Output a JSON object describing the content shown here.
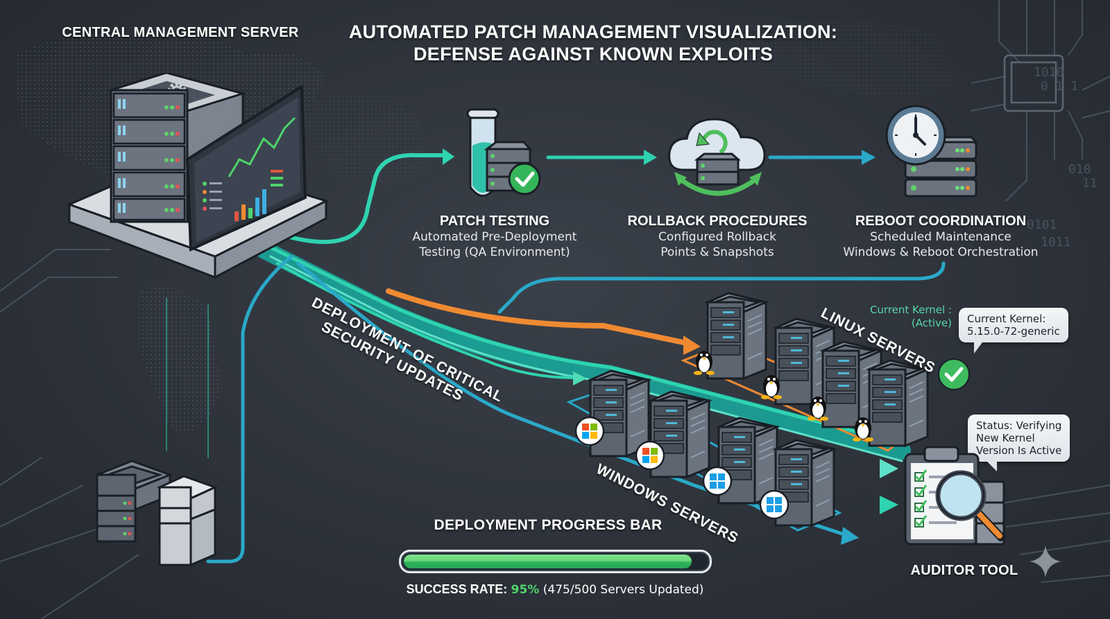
{
  "title": {
    "line1": "AUTOMATED PATCH MANAGEMENT VISUALIZATION:",
    "line2": "DEFENSE AGAINST KNOWN EXPLOITS"
  },
  "central_server": {
    "label": "CENTRAL MANAGEMENT SERVER",
    "icon": "gear-server-icon"
  },
  "steps": [
    {
      "title": "PATCH TESTING",
      "desc_line1": "Automated Pre-Deployment",
      "desc_line2": "Testing (QA Environment)",
      "icon": "test-tube-server-check-icon"
    },
    {
      "title": "ROLLBACK PROCEDURES",
      "desc_line1": "Configured Rollback",
      "desc_line2": "Points & Snapshots",
      "icon": "cloud-rollback-icon"
    },
    {
      "title": "REBOOT COORDINATION",
      "desc_line1": "Scheduled Maintenance",
      "desc_line2": "Windows & Reboot Orchestration",
      "icon": "clock-server-icon"
    }
  ],
  "deployment_label": {
    "line1": "DEPLOYMENT OF CRITICAL",
    "line2": "SECURITY UPDATES"
  },
  "linux": {
    "label": "LINUX SERVERS",
    "kernel_side_line1": "Current Kernel :",
    "kernel_side_line2": "(Active)",
    "kernel_bubble_line1": "Current Kernel:",
    "kernel_bubble_line2": "5.15.0-72-generic",
    "server_count": 4
  },
  "windows": {
    "label": "WINDOWS SERVERS",
    "server_count": 4
  },
  "auditor": {
    "label": "AUDITOR TOOL",
    "status_line1": "Status: Verifying",
    "status_line2": "New Kernel",
    "status_line3": "Version Is Active"
  },
  "progress": {
    "title": "DEPLOYMENT PROGRESS BAR",
    "success_label": "SUCCESS RATE:",
    "success_pct": "95%",
    "success_detail": "(475/500 Servers Updated)",
    "fraction": 0.95
  },
  "colors": {
    "accent_teal": "#2fd3b0",
    "accent_blue": "#2aa9c9",
    "linux_orange": "#f08a32",
    "success_green": "#4fd36b",
    "background": "#2e333b"
  }
}
